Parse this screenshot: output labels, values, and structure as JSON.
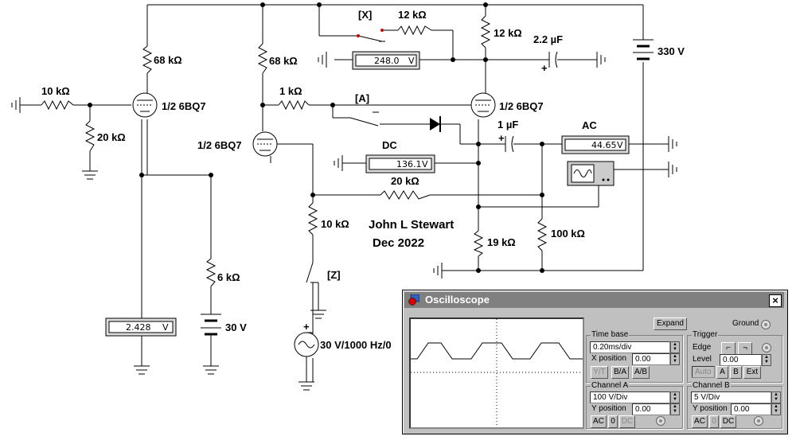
{
  "schematic": {
    "author": "John L Stewart",
    "date": "Dec 2022",
    "resistors": {
      "r_input": "10 kΩ",
      "r_grid_bias": "20 kΩ",
      "r_plate_v1": "68 kΩ",
      "r_plate_v2": "68 kΩ",
      "r_grid_stop": "1 kΩ",
      "r_switch_x": "12 kΩ",
      "r_plate_v3": "12 kΩ",
      "r_feedback": "20 kΩ",
      "r_source": "10 kΩ",
      "r_cathode": "6 kΩ",
      "r_div_low": "19 kΩ",
      "r_load": "100 kΩ"
    },
    "capacitors": {
      "c_out": "2.2 µF",
      "c_couple": "1 µF"
    },
    "tubes": {
      "v1": "1/2 6BQ7",
      "v2": "1/2 6BQ7",
      "v3": "1/2 6BQ7"
    },
    "supplies": {
      "b_plus": "330 V",
      "bias": "30 V",
      "ac_source": "30 V/1000 Hz/0"
    },
    "switches": {
      "x": "[X]",
      "a": "[A]",
      "z": "[Z]"
    },
    "meters": {
      "m_top": {
        "value": "248.0",
        "unit": "V"
      },
      "m_dc": {
        "label": "DC",
        "value": "136.1",
        "unit": "V"
      },
      "m_ac": {
        "label": "AC",
        "value": "44.65",
        "unit": "V"
      },
      "m_bottom": {
        "value": "2.428",
        "unit": "V"
      }
    }
  },
  "oscilloscope": {
    "title": "Oscilloscope",
    "expand_label": "Expand",
    "ground_label": "Ground",
    "timebase": {
      "title": "Time base",
      "value": "0.20ms/div",
      "xpos_label": "X position",
      "xpos_value": "0.00",
      "modes": [
        "Y/T",
        "B/A",
        "A/B"
      ]
    },
    "trigger": {
      "title": "Trigger",
      "edge_label": "Edge",
      "level_label": "Level",
      "level_value": "0.00",
      "sources": [
        "Auto",
        "A",
        "B",
        "Ext"
      ]
    },
    "channel_a": {
      "title": "Channel A",
      "value": "100 V/Div",
      "ypos_label": "Y position",
      "ypos_value": "0.00",
      "coupling": [
        "AC",
        "0",
        "DC"
      ]
    },
    "channel_b": {
      "title": "Channel B",
      "value": "5 V/Div",
      "ypos_label": "Y position",
      "ypos_value": "0.00",
      "coupling": [
        "AC",
        "0",
        "DC"
      ]
    }
  }
}
